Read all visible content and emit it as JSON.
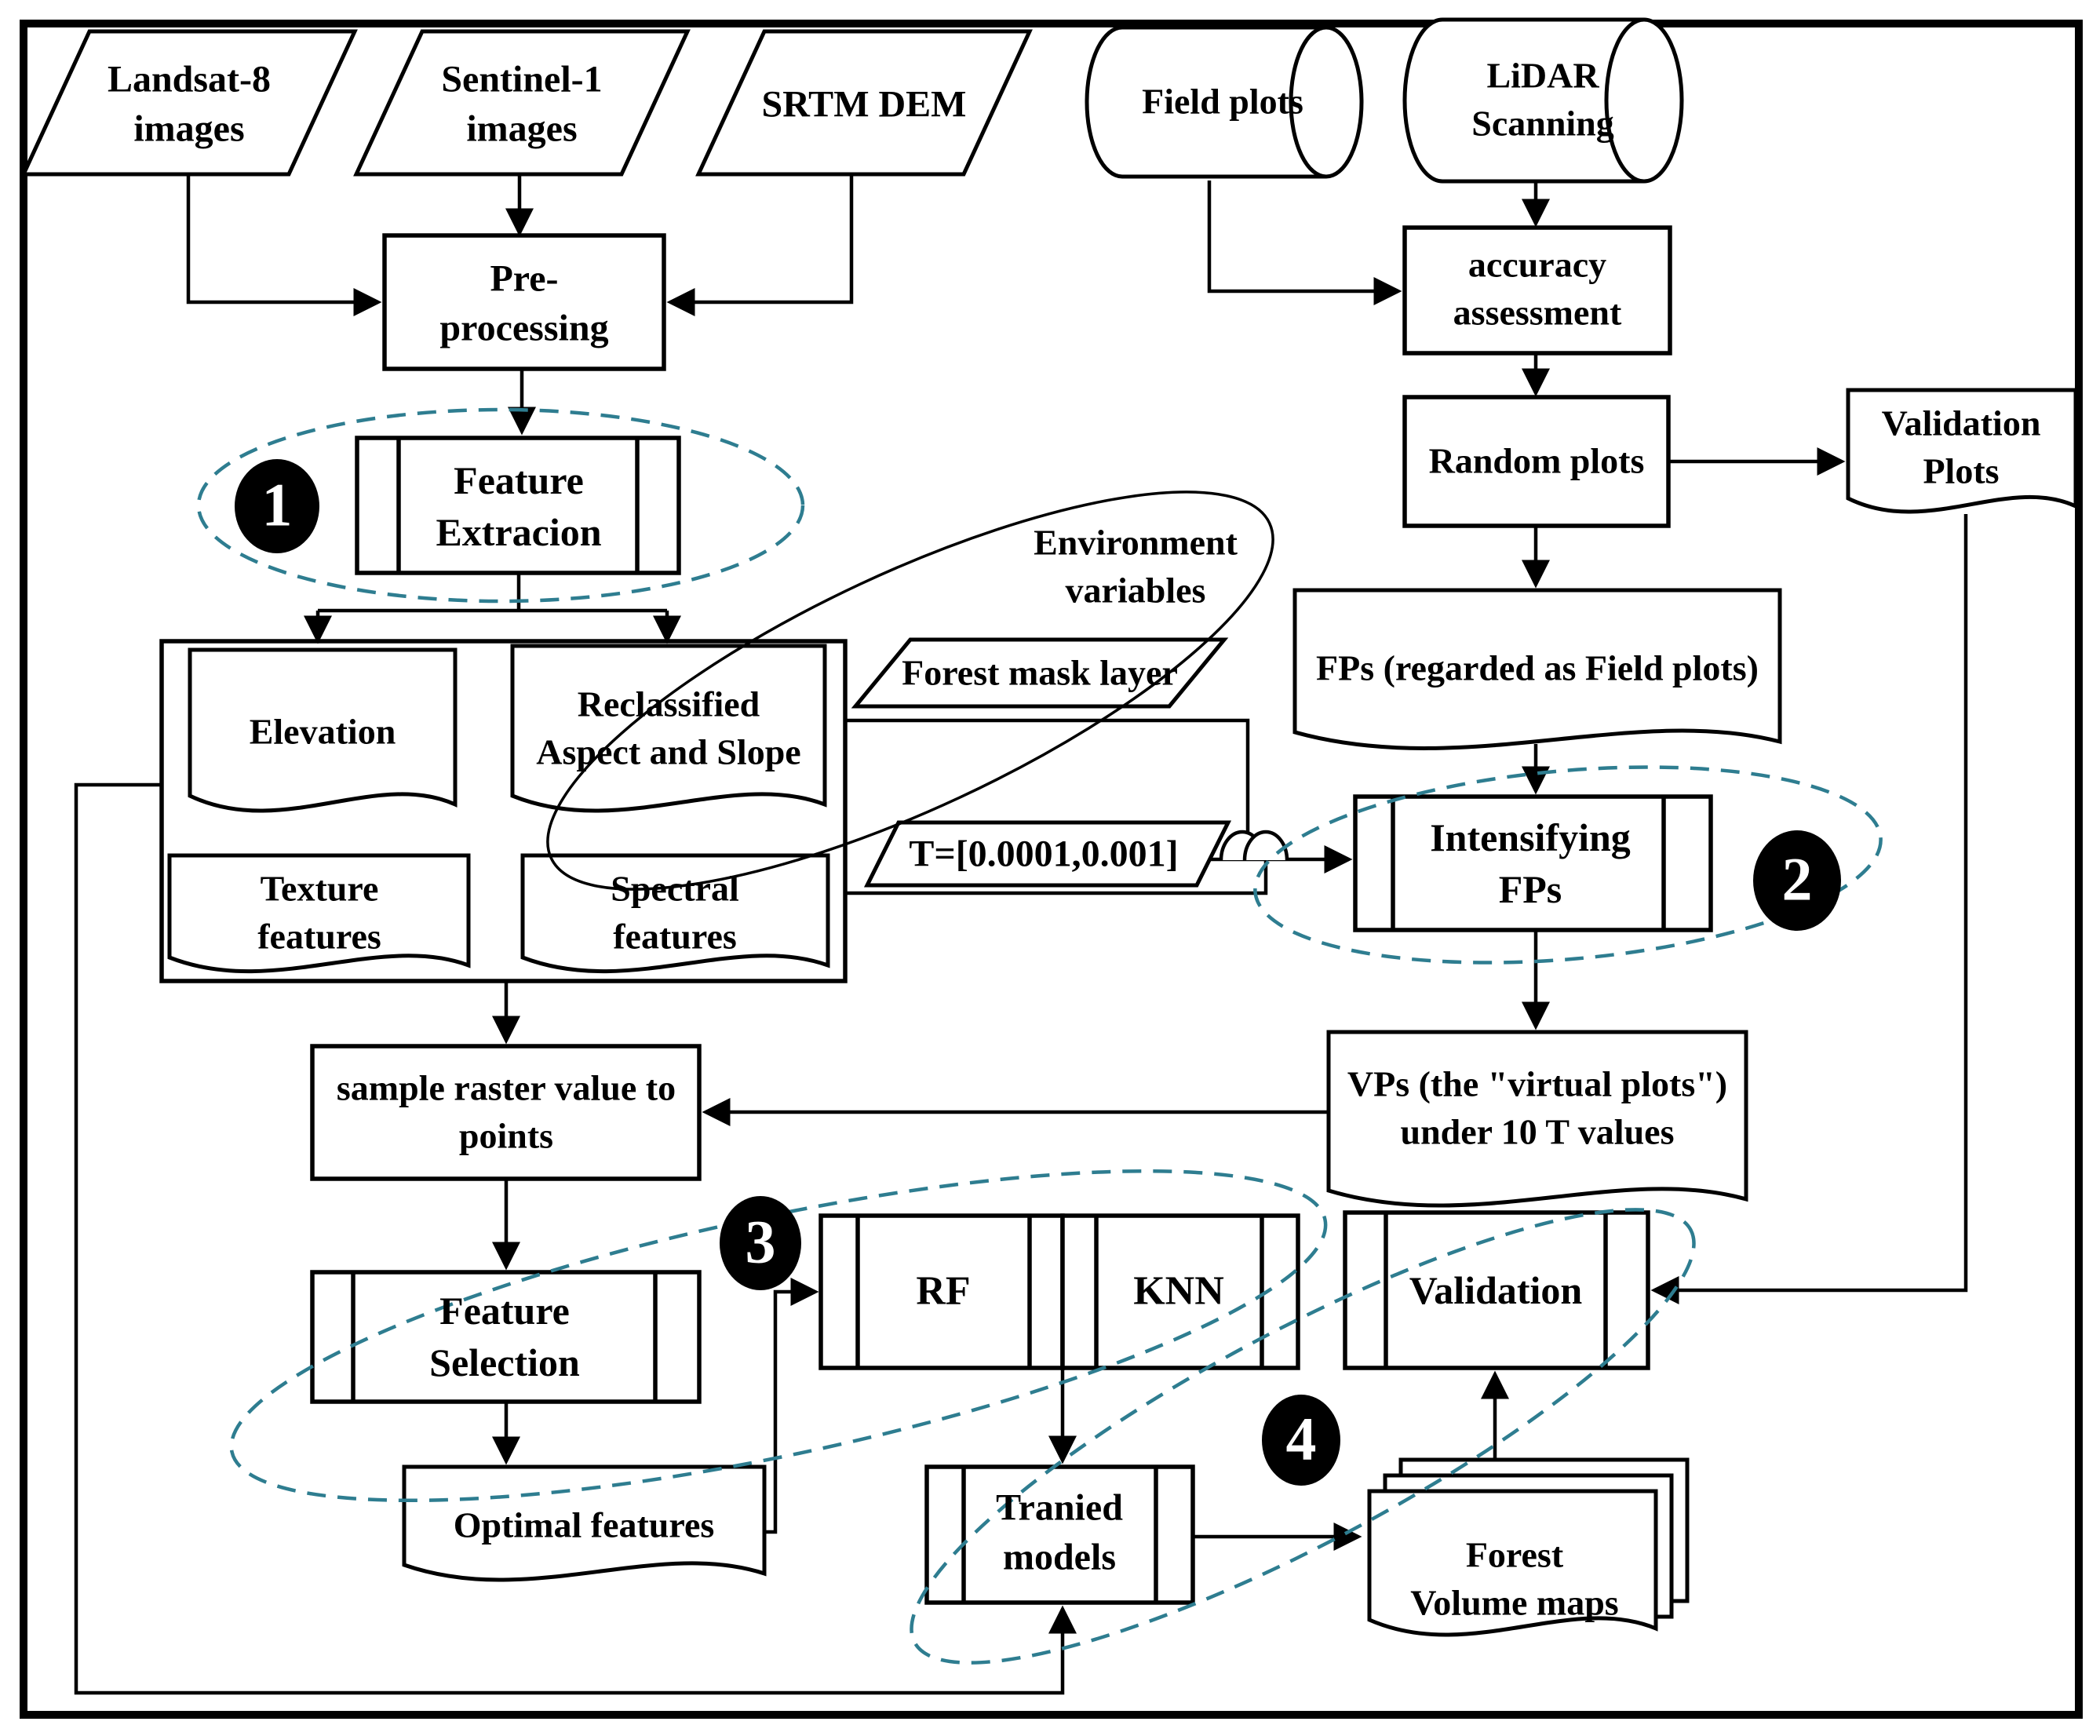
{
  "palette": {
    "background": "#ffffff",
    "shape_stroke": "#000000",
    "text_color": "#000000",
    "dashed_ellipse_color": "#2e7d90",
    "badge_fill": "#000000",
    "badge_text": "#ffffff"
  },
  "badges": {
    "step1": "1",
    "step2": "2",
    "step3": "3",
    "step4": "4"
  },
  "nodes": {
    "landsat": "Landsat-8\nimages",
    "sentinel": "Sentinel-1\nimages",
    "srtm": "SRTM DEM",
    "field_plots": "Field plots",
    "lidar": "LiDAR\nScanning",
    "preprocessing": "Pre-\nprocessing",
    "accuracy": "accuracy\nassessment",
    "random_plots": "Random plots",
    "validation_plots": "Validation\nPlots",
    "feature_extraction": "Feature\nExtracion",
    "elevation": "Elevation",
    "reclassified": "Reclassified\nAspect and Slope",
    "texture": "Texture\nfeatures",
    "spectral": "Spectral\nfeatures",
    "environment": "Environment\nvariables",
    "forest_mask": "Forest mask layer",
    "t_range": "T=[0.0001,0.001]",
    "fps": "FPs (regarded as Field plots)",
    "intensifying": "Intensifying\nFPs",
    "vps": "VPs (the \"virtual plots\")\nunder 10 T values",
    "sample_raster": "sample raster value to\npoints",
    "feature_selection": "Feature\nSelection",
    "rf": "RF",
    "knn": "KNN",
    "validation": "Validation",
    "optimal": "Optimal features",
    "trained": "Tranied\nmodels",
    "volume_maps": "Forest\nVolume maps"
  }
}
